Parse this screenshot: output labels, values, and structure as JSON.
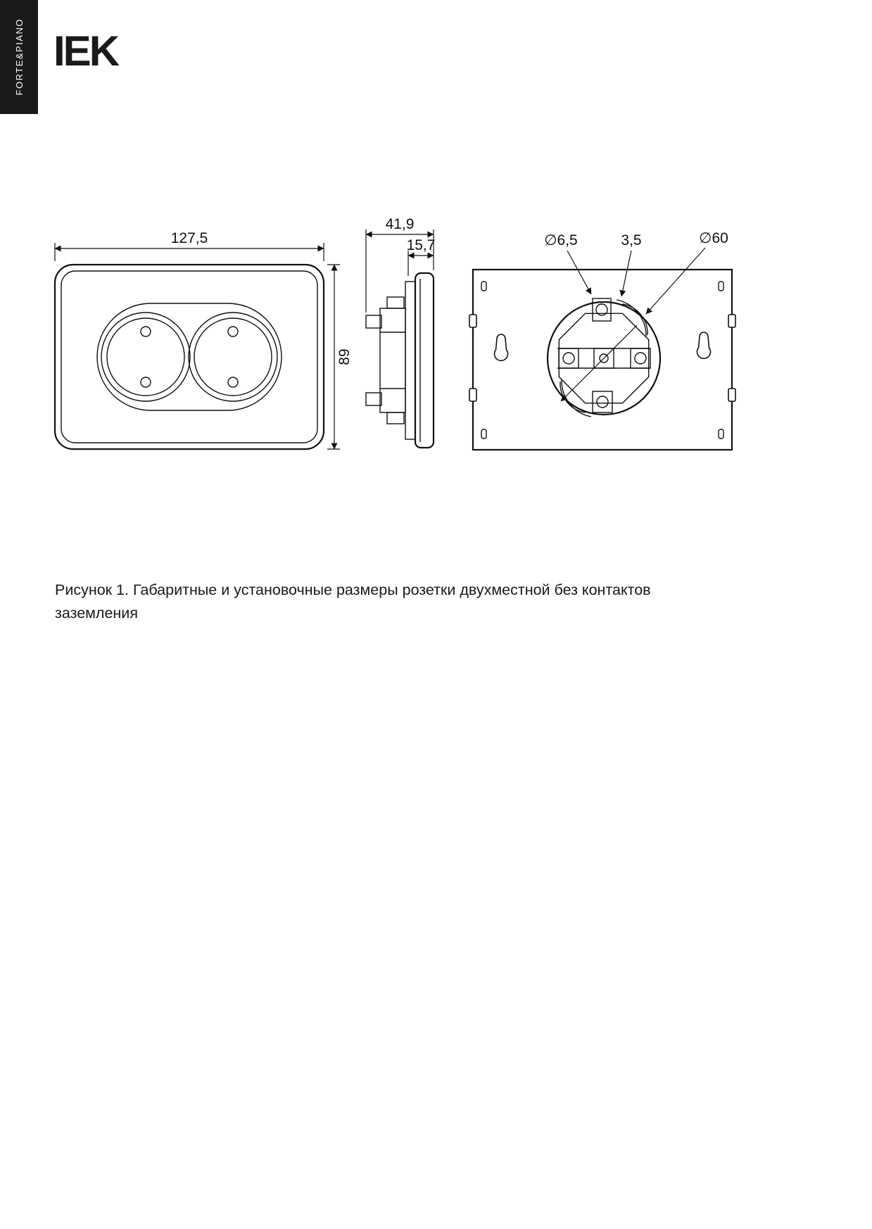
{
  "page": {
    "sidebar_label": "FORTE&PIANO",
    "brand": "IEK",
    "caption": "Рисунок 1. Габаритные и установочные размеры розетки двухместной без контактов заземления"
  },
  "figure": {
    "front_view": {
      "width": "127,5",
      "height": "89"
    },
    "side_view": {
      "total_depth": "41,9",
      "cover_depth": "15,7"
    },
    "back_view": {
      "hole_diameter": "∅6,5",
      "claw_offset": "3,5",
      "box_diameter": "∅60"
    }
  }
}
